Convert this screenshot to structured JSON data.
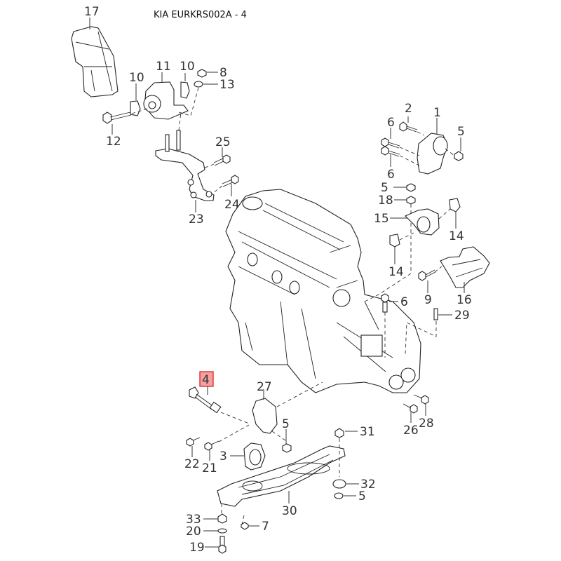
{
  "title": "KIA EURKRS002A - 4",
  "highlight_color": "#f4a0a0",
  "highlight_border": "#dd2222",
  "highlighted_part": "4",
  "callouts": [
    {
      "id": "17",
      "part": "bracket-upper-left"
    },
    {
      "id": "11",
      "part": "engine-mount-insulator"
    },
    {
      "id": "10a",
      "label": "10",
      "part": "stopper-left"
    },
    {
      "id": "10b",
      "label": "10",
      "part": "stopper-right"
    },
    {
      "id": "8",
      "part": "nut"
    },
    {
      "id": "13",
      "part": "nut"
    },
    {
      "id": "12",
      "part": "through-bolt"
    },
    {
      "id": "25",
      "part": "bolt"
    },
    {
      "id": "24",
      "part": "bolt"
    },
    {
      "id": "23",
      "part": "engine-mount-bracket"
    },
    {
      "id": "2",
      "part": "bolt"
    },
    {
      "id": "1",
      "part": "transaxle-mount-bracket"
    },
    {
      "id": "5a",
      "label": "5",
      "part": "nut"
    },
    {
      "id": "6a",
      "label": "6",
      "part": "bolt"
    },
    {
      "id": "6b",
      "label": "6",
      "part": "bolt"
    },
    {
      "id": "5b",
      "label": "5",
      "part": "nut"
    },
    {
      "id": "18",
      "part": "nut"
    },
    {
      "id": "15",
      "part": "transaxle-mount-insulator"
    },
    {
      "id": "14a",
      "label": "14",
      "part": "stopper"
    },
    {
      "id": "14b",
      "label": "14",
      "part": "stopper"
    },
    {
      "id": "9",
      "part": "bolt"
    },
    {
      "id": "16",
      "part": "transaxle-mount-bracket-body"
    },
    {
      "id": "6c",
      "label": "6",
      "part": "bolt"
    },
    {
      "id": "29",
      "part": "stud"
    },
    {
      "id": "4",
      "part": "through-bolt"
    },
    {
      "id": "27",
      "part": "roll-rod-bracket"
    },
    {
      "id": "5c",
      "label": "5",
      "part": "nut"
    },
    {
      "id": "22",
      "part": "bolt"
    },
    {
      "id": "21",
      "part": "bolt"
    },
    {
      "id": "3",
      "part": "roll-rod-insulator"
    },
    {
      "id": "26",
      "part": "bolt"
    },
    {
      "id": "28",
      "part": "bolt"
    },
    {
      "id": "31",
      "part": "nut"
    },
    {
      "id": "32",
      "part": "bushing"
    },
    {
      "id": "5d",
      "label": "5",
      "part": "nut"
    },
    {
      "id": "30",
      "part": "crossmember"
    },
    {
      "id": "33",
      "part": "nut"
    },
    {
      "id": "20",
      "part": "washer"
    },
    {
      "id": "7",
      "part": "nut"
    },
    {
      "id": "19",
      "part": "bolt"
    }
  ]
}
